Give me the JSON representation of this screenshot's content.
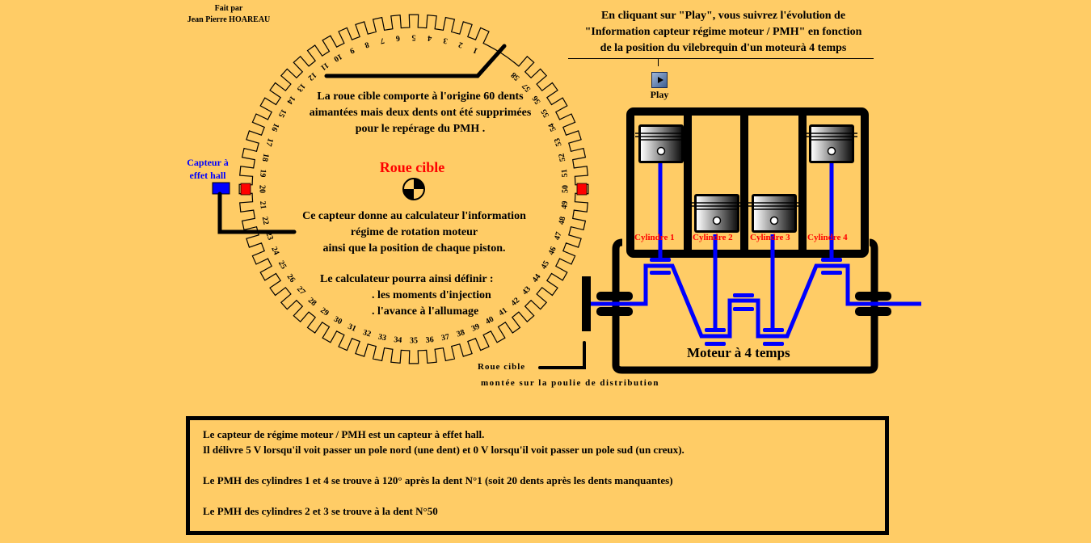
{
  "credit": {
    "line1": "Fait par",
    "line2": "Jean Pierre HOAREAU"
  },
  "intro": {
    "line1": "En cliquant sur \"Play\", vous suivrez l'évolution de",
    "line2": "\"Information  capteur régime moteur / PMH\" en fonction",
    "line3": "de la position du vilebrequin d'un moteurà 4 temps"
  },
  "play": {
    "label": "Play",
    "icon": "play-icon"
  },
  "wheel": {
    "title": "Roue cible",
    "teeth_total": 60,
    "teeth_missing": 2,
    "tooth_labels": [
      "1",
      "2",
      "3",
      "4",
      "5",
      "6",
      "7",
      "8",
      "9",
      "10",
      "11",
      "12",
      "13",
      "14",
      "15",
      "16",
      "17",
      "18",
      "19",
      "20",
      "21",
      "22",
      "23",
      "24",
      "25",
      "26",
      "27",
      "28",
      "29",
      "30",
      "31",
      "32",
      "33",
      "34",
      "35",
      "36",
      "37",
      "38",
      "39",
      "40",
      "41",
      "42",
      "43",
      "44",
      "45",
      "46",
      "47",
      "48",
      "49",
      "50",
      "51",
      "52",
      "53",
      "54",
      "55",
      "56",
      "57",
      "58"
    ],
    "highlighted_teeth": [
      "20",
      "50"
    ],
    "center_icon": "center-mark-icon",
    "highlight_color": "#FF0000"
  },
  "texts": {
    "teeth_note": [
      "La roue cible comporte à l'origine 60 dents",
      "aimantées mais deux dents ont été supprimées",
      "pour le repérage du PMH ."
    ],
    "sensor_note": [
      "Ce capteur donne au calculateur l'information",
      "régime de rotation moteur",
      "ainsi que la position de chaque  piston."
    ],
    "ecu_note": [
      "Le calculateur pourra ainsi définir :",
      ". les moments d'injection",
      ". l'avance à l'allumage"
    ]
  },
  "sensor": {
    "label_line1": "Capteur à",
    "label_line2": "effet hall",
    "color": "#0000FF"
  },
  "pulley": {
    "line1": "Roue cible",
    "line2": "montée sur la poulie de distribution"
  },
  "engine": {
    "label": "Moteur à 4 temps",
    "cylinders": [
      "Cylindre 1",
      "Cylindre 2",
      "Cylindre 3",
      "Cylindre 4"
    ],
    "rod_color": "#0000FF"
  },
  "info": {
    "line1": "Le capteur de régime moteur / PMH est un capteur à effet hall.",
    "line2": "Il délivre  5 V lorsqu'il voit passer un pole nord (une dent) et 0 V lorsqu'il voit passer un pole sud (un creux).",
    "line3": "Le PMH des cylindres 1 et 4 se trouve à 120° après la dent N°1 (soit 20 dents après les dents manquantes)",
    "line4": "Le PMH des cylindres 2 et 3 se trouve à la dent N°50"
  }
}
